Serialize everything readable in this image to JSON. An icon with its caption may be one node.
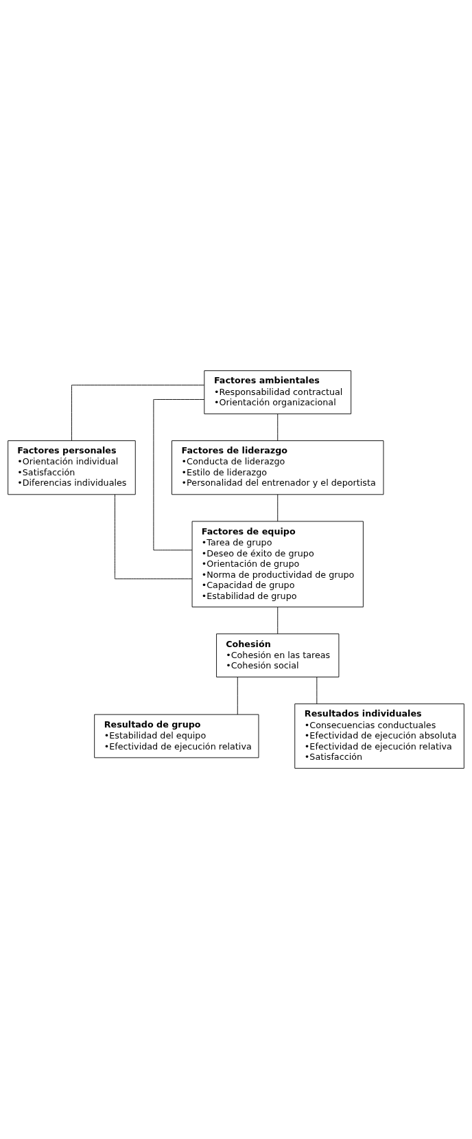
{
  "diagram": {
    "nodes": [
      {
        "text": [
          "Factores ambientales",
          "•Responsabilidad contractual",
          "•Orientación organizacional"
        ]
      },
      {
        "text": [
          "Factores personales",
          "•Orientación individual",
          "•Satisfacción",
          "•Diferencias individuales"
        ]
      },
      {
        "text": [
          "Factores de liderazgo",
          "•Conducta de liderazgo",
          "•Estilo de liderazgo",
          "•Personalidad del entrenador y el deportista"
        ]
      },
      {
        "text": [
          "Factores de equipo",
          "•Tarea de grupo",
          "•Deseo de éxito de grupo",
          "•Orientación de grupo",
          "•Norma de productividad de grupo",
          "•Capacidad de grupo",
          "•Estabilidad de grupo"
        ]
      },
      {
        "text": [
          "Cohesión",
          "•Cohesión en las tareas",
          "•Cohesión social"
        ]
      },
      {
        "text": [
          "Resultado de grupo",
          "•Estabilidad del equipo",
          "•Efectividad de ejecución relativa"
        ]
      },
      {
        "text": [
          "Resultados individuales",
          "•Consecuencias conductuales",
          "•Efectividad de ejecución absoluta",
          "•Efectividad de ejecución relativa",
          "•Satisfacción"
        ]
      }
    ],
    "edges": [
      {
        "from": 0,
        "to": 1,
        "arrow": "none"
      },
      {
        "from": 0,
        "to": 3,
        "arrow": "none"
      },
      {
        "from": 0,
        "to": 2,
        "arrow": "none"
      },
      {
        "from": 1,
        "to": 3,
        "arrow": "none"
      },
      {
        "from": 2,
        "to": 3,
        "arrow": "none"
      },
      {
        "from": 3,
        "to": 4,
        "arrow": "none"
      },
      {
        "from": 4,
        "to": 5,
        "arrow": "none"
      },
      {
        "from": 4,
        "to": 6,
        "arrow": "none"
      }
    ]
  }
}
